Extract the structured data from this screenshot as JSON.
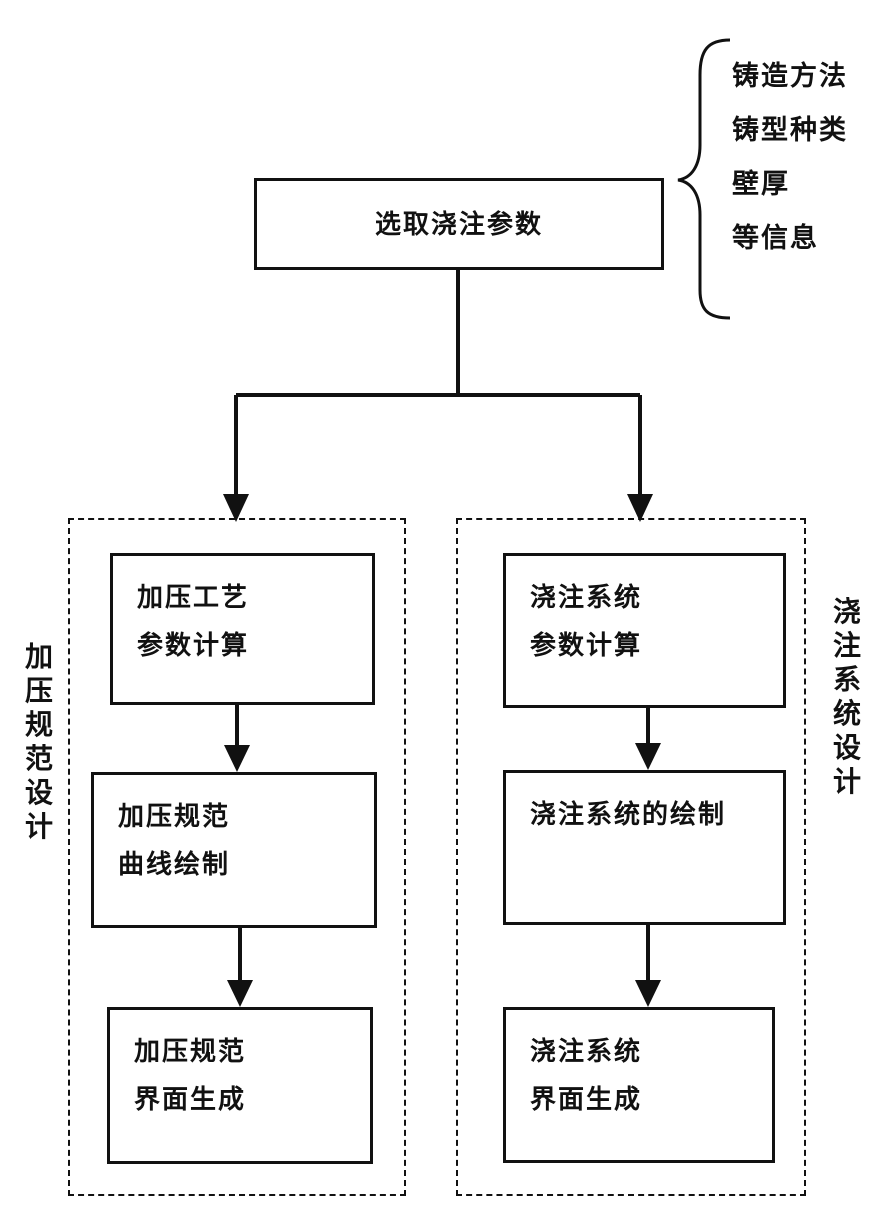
{
  "top_box": {
    "label": "选取浇注参数"
  },
  "side_note": {
    "lines": [
      "铸造方法",
      "铸型种类",
      "壁厚",
      "等信息"
    ]
  },
  "left_group": {
    "label": "加压规范设计",
    "steps": [
      {
        "lines": [
          "加压工艺",
          "参数计算"
        ]
      },
      {
        "lines": [
          "加压规范",
          "曲线绘制"
        ]
      },
      {
        "lines": [
          "加压规范",
          "界面生成"
        ]
      }
    ]
  },
  "right_group": {
    "label": "浇注系统设计",
    "steps": [
      {
        "lines": [
          "浇注系统",
          "参数计算"
        ]
      },
      {
        "lines": [
          "浇注系统的绘制"
        ]
      },
      {
        "lines": [
          "浇注系统",
          "界面生成"
        ]
      }
    ]
  }
}
